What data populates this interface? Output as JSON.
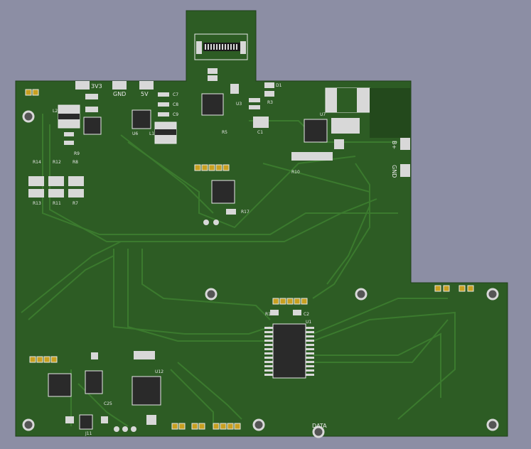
{
  "board": {
    "colors": {
      "background": "#8c8ea4",
      "soldermask": "#2d5c24",
      "soldermask_dark": "#23491c",
      "trace": "#3b7a2e",
      "copper_pad": "#d8d8d8",
      "gold_pad": "#c8a020",
      "silkscreen": "#e8e8e8",
      "ic_body": "#2a2a2a"
    },
    "power_labels": {
      "v3v3": "3V3",
      "gnd": "GND",
      "v5": "5V",
      "batt_plus": "B+",
      "batt_gnd": "GND"
    },
    "data_label": "DATA",
    "refdes": {
      "l2": "L2",
      "l1": "L1",
      "u3": "U3",
      "u6": "U6",
      "u1": "U1",
      "u12": "U12",
      "u7": "U7",
      "d1": "D1",
      "r1": "R1",
      "c1": "C1",
      "c2": "C2",
      "c7": "C7",
      "c8": "C8",
      "c9": "C9",
      "r3": "R3",
      "r5": "R5",
      "r17": "R17",
      "r12": "R12",
      "r13": "R13",
      "r14": "R14",
      "r7": "R7",
      "r8": "R8",
      "r9": "R9",
      "r10": "R10",
      "r11": "R11",
      "c25": "C25",
      "j11": "J11"
    }
  }
}
